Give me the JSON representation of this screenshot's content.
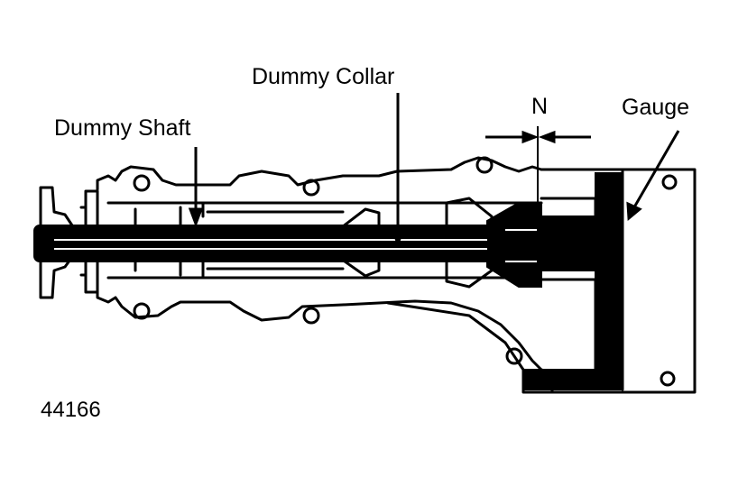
{
  "labels": {
    "dummy_collar": "Dummy Collar",
    "dummy_shaft": "Dummy Shaft",
    "n": "N",
    "gauge": "Gauge",
    "figure_number": "44166"
  },
  "colors": {
    "ink": "#000000",
    "paper": "#ffffff"
  }
}
